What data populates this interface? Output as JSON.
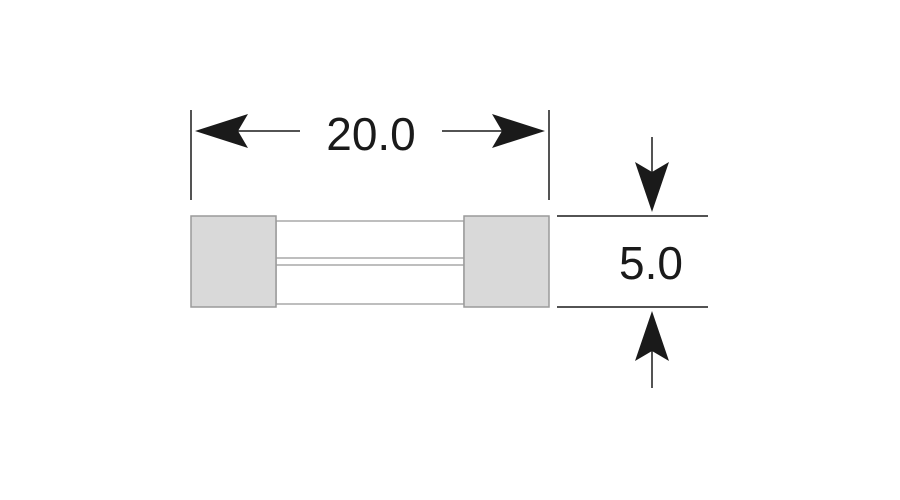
{
  "dimensions": {
    "length": {
      "label": "20.0",
      "value": 20.0
    },
    "diameter": {
      "label": "5.0",
      "value": 5.0
    }
  },
  "colors": {
    "line": "#1a1a1a",
    "end_cap_fill": "#d9d9d9",
    "end_cap_stroke": "#9a9a9a",
    "glass_stroke": "#a8a8a8",
    "background": "#ffffff"
  },
  "icons": {
    "arrow": "arrowhead-icon"
  }
}
